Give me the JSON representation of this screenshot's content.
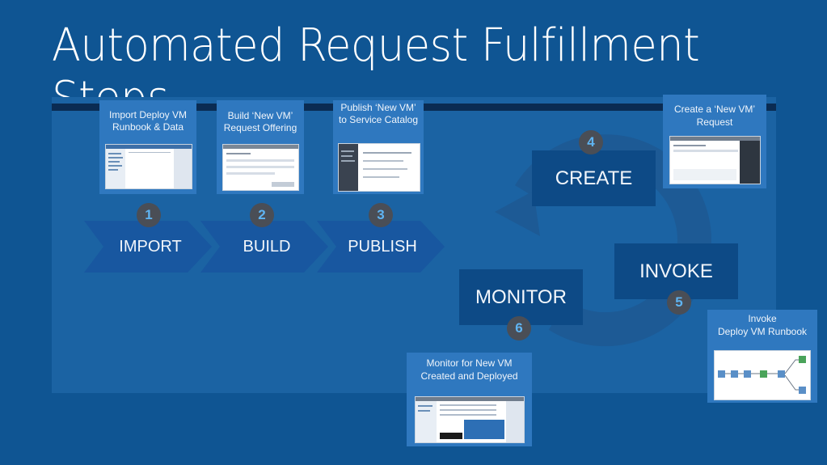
{
  "title": "Automated Request Fulfillment Steps",
  "steps": [
    {
      "number": "1",
      "label": "IMPORT",
      "card": [
        "Import Deploy VM",
        "Runbook & Data"
      ]
    },
    {
      "number": "2",
      "label": "BUILD",
      "card": [
        "Build ‘New VM’",
        "Request Offering"
      ]
    },
    {
      "number": "3",
      "label": "PUBLISH",
      "card": [
        "Publish ‘New VM’",
        "to Service Catalog"
      ]
    },
    {
      "number": "4",
      "label": "CREATE",
      "card": [
        "Create  a  ‘New VM’",
        "Request"
      ]
    },
    {
      "number": "5",
      "label": "INVOKE",
      "card": [
        "Invoke",
        "Deploy VM Runbook"
      ]
    },
    {
      "number": "6",
      "label": "MONITOR",
      "card": [
        "Monitor for New VM",
        "Created and Deployed"
      ]
    }
  ],
  "colors": {
    "background": "#0f5593",
    "panel": "#1b63a3",
    "card": "#2f78bf",
    "badge": "#4a4e56",
    "badge_text": "#5fb4f2",
    "stage_box": "#0d4a86"
  }
}
